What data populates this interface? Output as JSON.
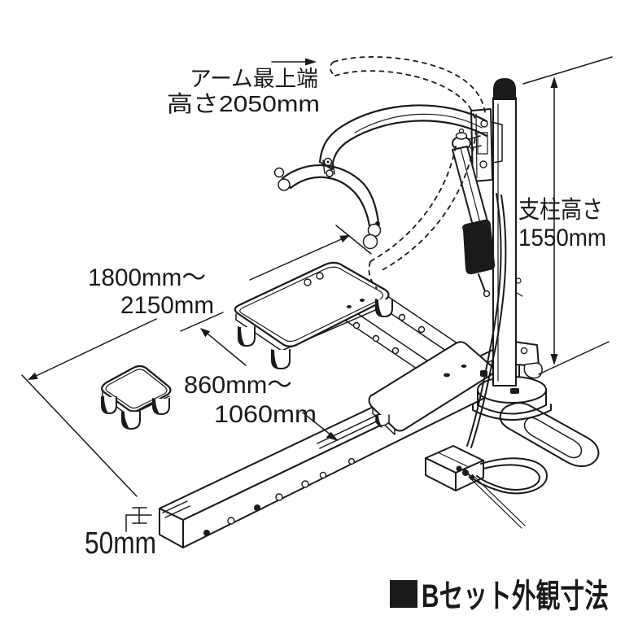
{
  "page": {
    "background": "#ffffff",
    "line_color": "#1a1a1a",
    "description_type": "technical dimension line drawing of a lift unit"
  },
  "labels": {
    "arm_top_height_line1": "アーム最上端",
    "arm_top_height_line2": "高さ2050mm",
    "mast_height_line1": "支柱高さ",
    "mast_height_line2": "1550mm",
    "base_length_line1": "1800mm〜",
    "base_length_line2": "2150mm",
    "base_width_line1": "860mm〜",
    "base_width_line2": "1060mm",
    "rail_height": "50mm"
  },
  "title": {
    "bullet": "■",
    "text": "Bセット外観寸法"
  }
}
